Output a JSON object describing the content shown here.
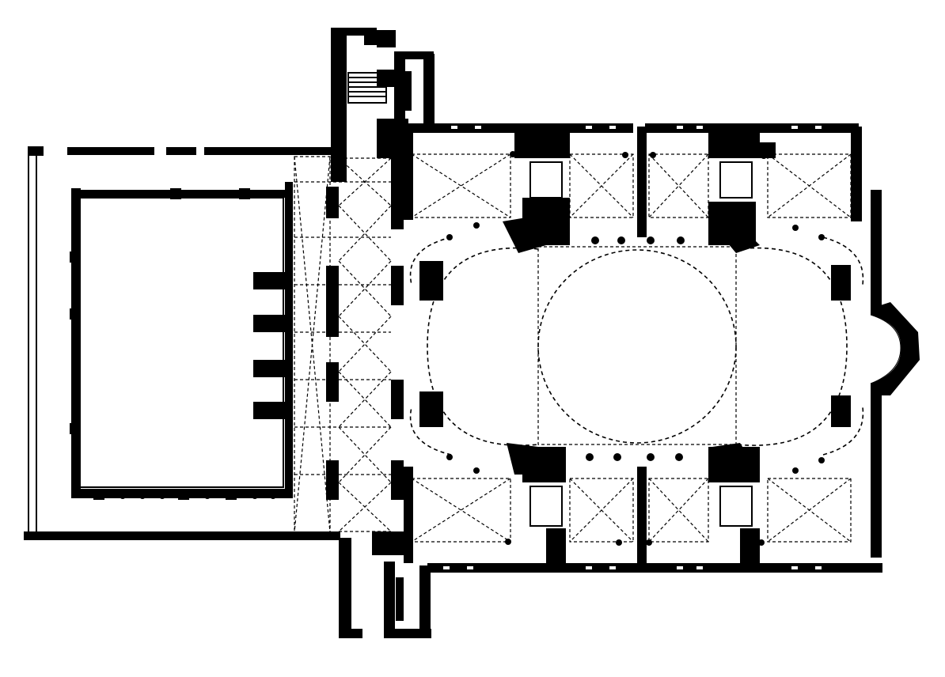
{
  "figure": {
    "kind": "architectural-floor-plan",
    "colors": {
      "ink": "#000000",
      "paper": "#ffffff"
    },
    "elements": {
      "atrium": "atrium",
      "exonarthex": "exonarthex",
      "narthex": "narthex",
      "central-dome": "central-dome",
      "apse": "apse",
      "north-aisle": "north-aisle",
      "south-aisle": "south-aisle"
    }
  }
}
